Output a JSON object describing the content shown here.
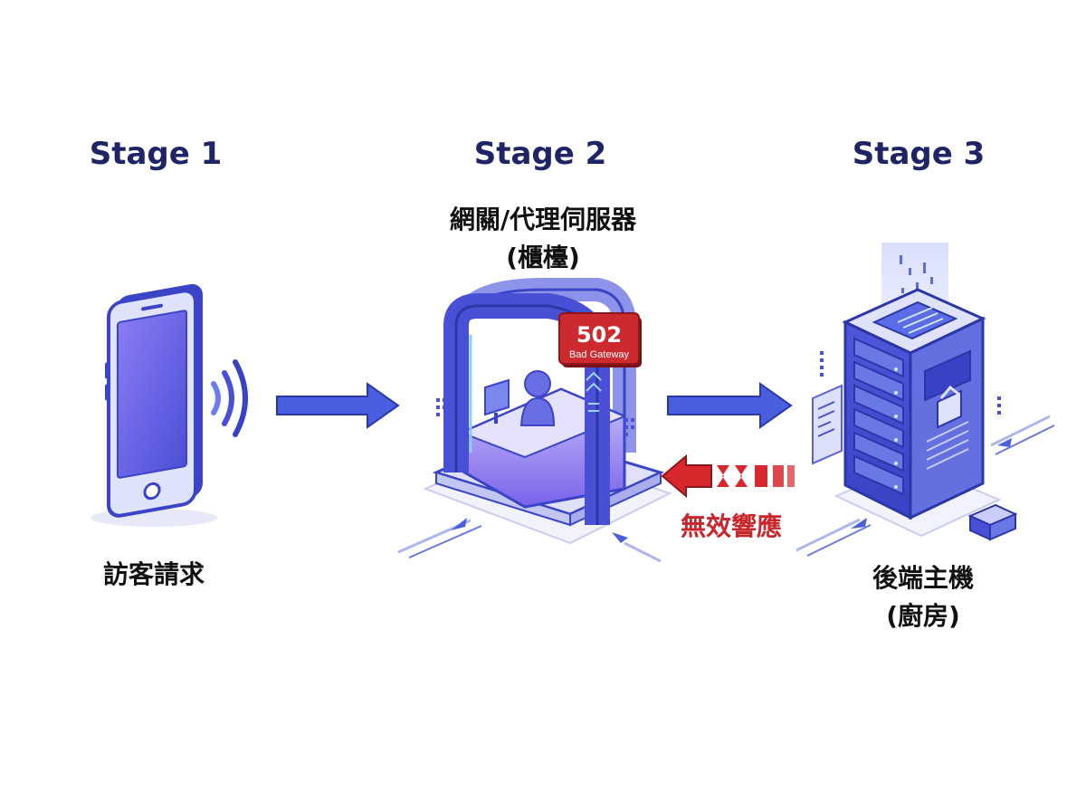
{
  "stages": [
    {
      "title": "Stage 1",
      "caption_lines": [
        "訪客請求"
      ]
    },
    {
      "title": "Stage 2",
      "caption_lines": [
        "網關/代理伺服器",
        "(櫃檯)"
      ]
    },
    {
      "title": "Stage 3",
      "caption_lines": [
        "後端主機",
        "(廚房)"
      ]
    }
  ],
  "error_badge": {
    "code": "502",
    "text": "Bad Gateway"
  },
  "invalid_response_label": "無效響應",
  "colors": {
    "title": "#1f2466",
    "arrow": "#3b4fd8",
    "error": "#c8262b",
    "device": "#4a50d6",
    "screen": "#6d5ce8"
  }
}
